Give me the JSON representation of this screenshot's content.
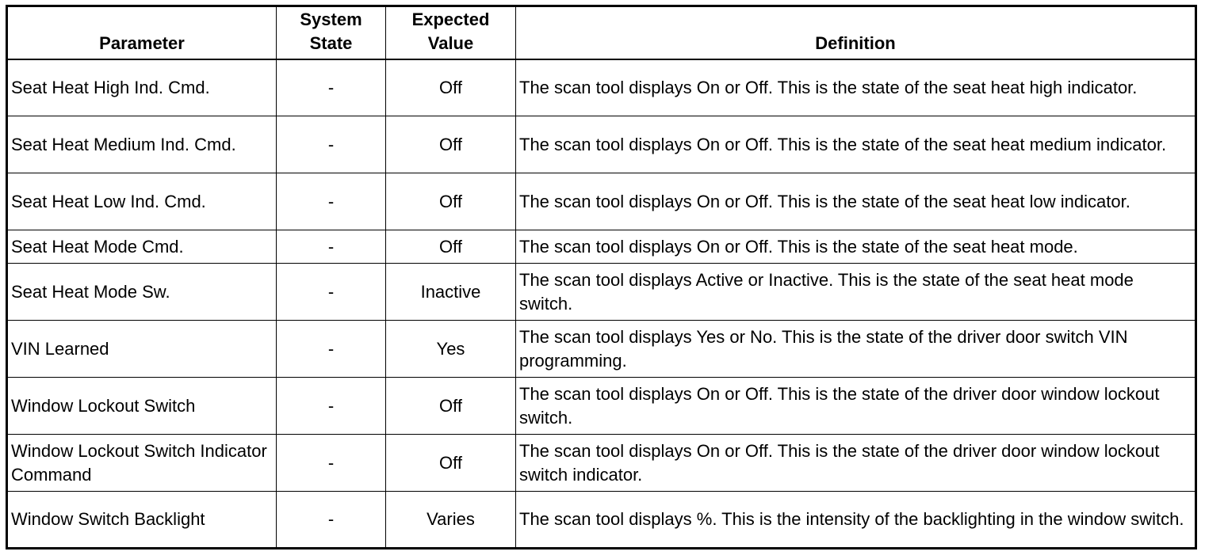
{
  "table": {
    "headers": {
      "parameter": "Parameter",
      "system_state": "System State",
      "expected_value": "Expected Value",
      "definition": "Definition"
    },
    "rows": [
      {
        "parameter": "Seat Heat High Ind. Cmd.",
        "system_state": "-",
        "expected_value": "Off",
        "definition": "The scan tool displays On or Off. This is the state of the seat heat high indicator."
      },
      {
        "parameter": "Seat Heat Medium Ind. Cmd.",
        "system_state": "-",
        "expected_value": "Off",
        "definition": "The scan tool displays On or Off. This is the state of the seat heat medium indicator."
      },
      {
        "parameter": "Seat Heat Low Ind. Cmd.",
        "system_state": "-",
        "expected_value": "Off",
        "definition": "The scan tool displays On or Off. This is the state of the seat heat low indicator."
      },
      {
        "parameter": "Seat Heat Mode Cmd.",
        "system_state": "-",
        "expected_value": "Off",
        "definition": "The scan tool displays On or Off. This is the state of the seat heat mode."
      },
      {
        "parameter": "Seat Heat Mode Sw.",
        "system_state": "-",
        "expected_value": "Inactive",
        "definition": "The scan tool displays Active or Inactive. This is the state of the seat heat mode switch."
      },
      {
        "parameter": "VIN Learned",
        "system_state": "-",
        "expected_value": "Yes",
        "definition": "The scan tool displays Yes or No. This is the state of the driver door switch VIN programming."
      },
      {
        "parameter": "Window Lockout Switch",
        "system_state": "-",
        "expected_value": "Off",
        "definition": "The scan tool displays On or Off. This is the state of the driver door window lockout switch."
      },
      {
        "parameter": "Window Lockout Switch Indicator Command",
        "system_state": "-",
        "expected_value": "Off",
        "definition": "The scan tool displays On or Off. This is the state of the driver door window lockout switch indicator."
      },
      {
        "parameter": "Window Switch Backlight",
        "system_state": "-",
        "expected_value": "Varies",
        "definition": "The scan tool displays %. This is the intensity of the backlighting in the window switch."
      }
    ]
  }
}
